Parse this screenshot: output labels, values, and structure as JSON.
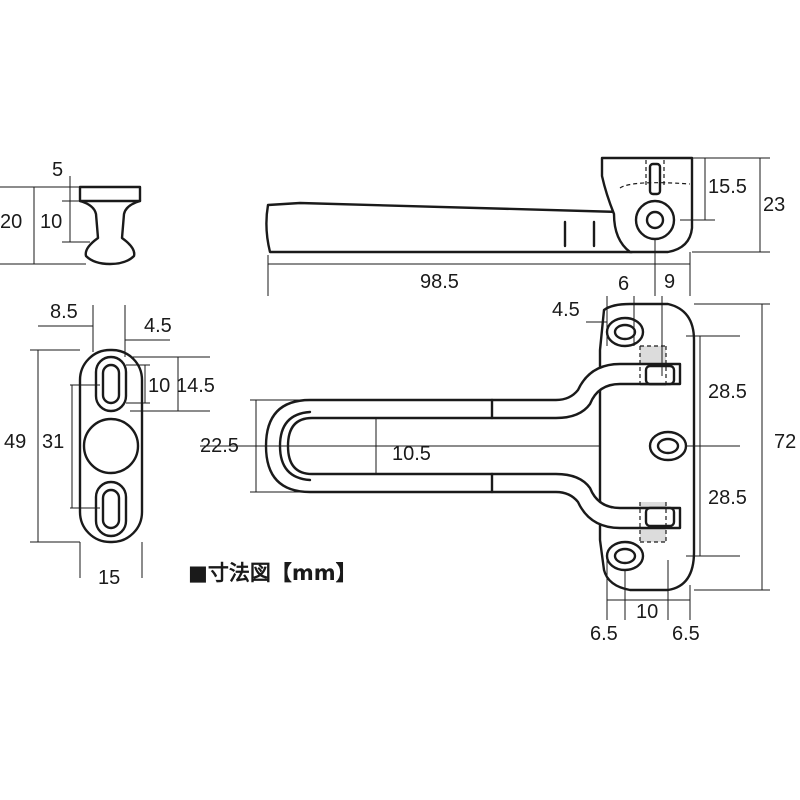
{
  "title": "■寸法図【mm】",
  "top_left_view": {
    "dims": [
      "5",
      "20",
      "10"
    ]
  },
  "top_right_view": {
    "dims": [
      "15.5",
      "23",
      "98.5",
      "9"
    ]
  },
  "left_view": {
    "dims": [
      "8.5",
      "4.5",
      "10",
      "14.5",
      "49",
      "31",
      "15"
    ]
  },
  "main_view": {
    "dims": [
      "6",
      "4.5",
      "28.5",
      "72",
      "22.5",
      "10.5",
      "28.5",
      "6.5",
      "10",
      "6.5"
    ]
  }
}
